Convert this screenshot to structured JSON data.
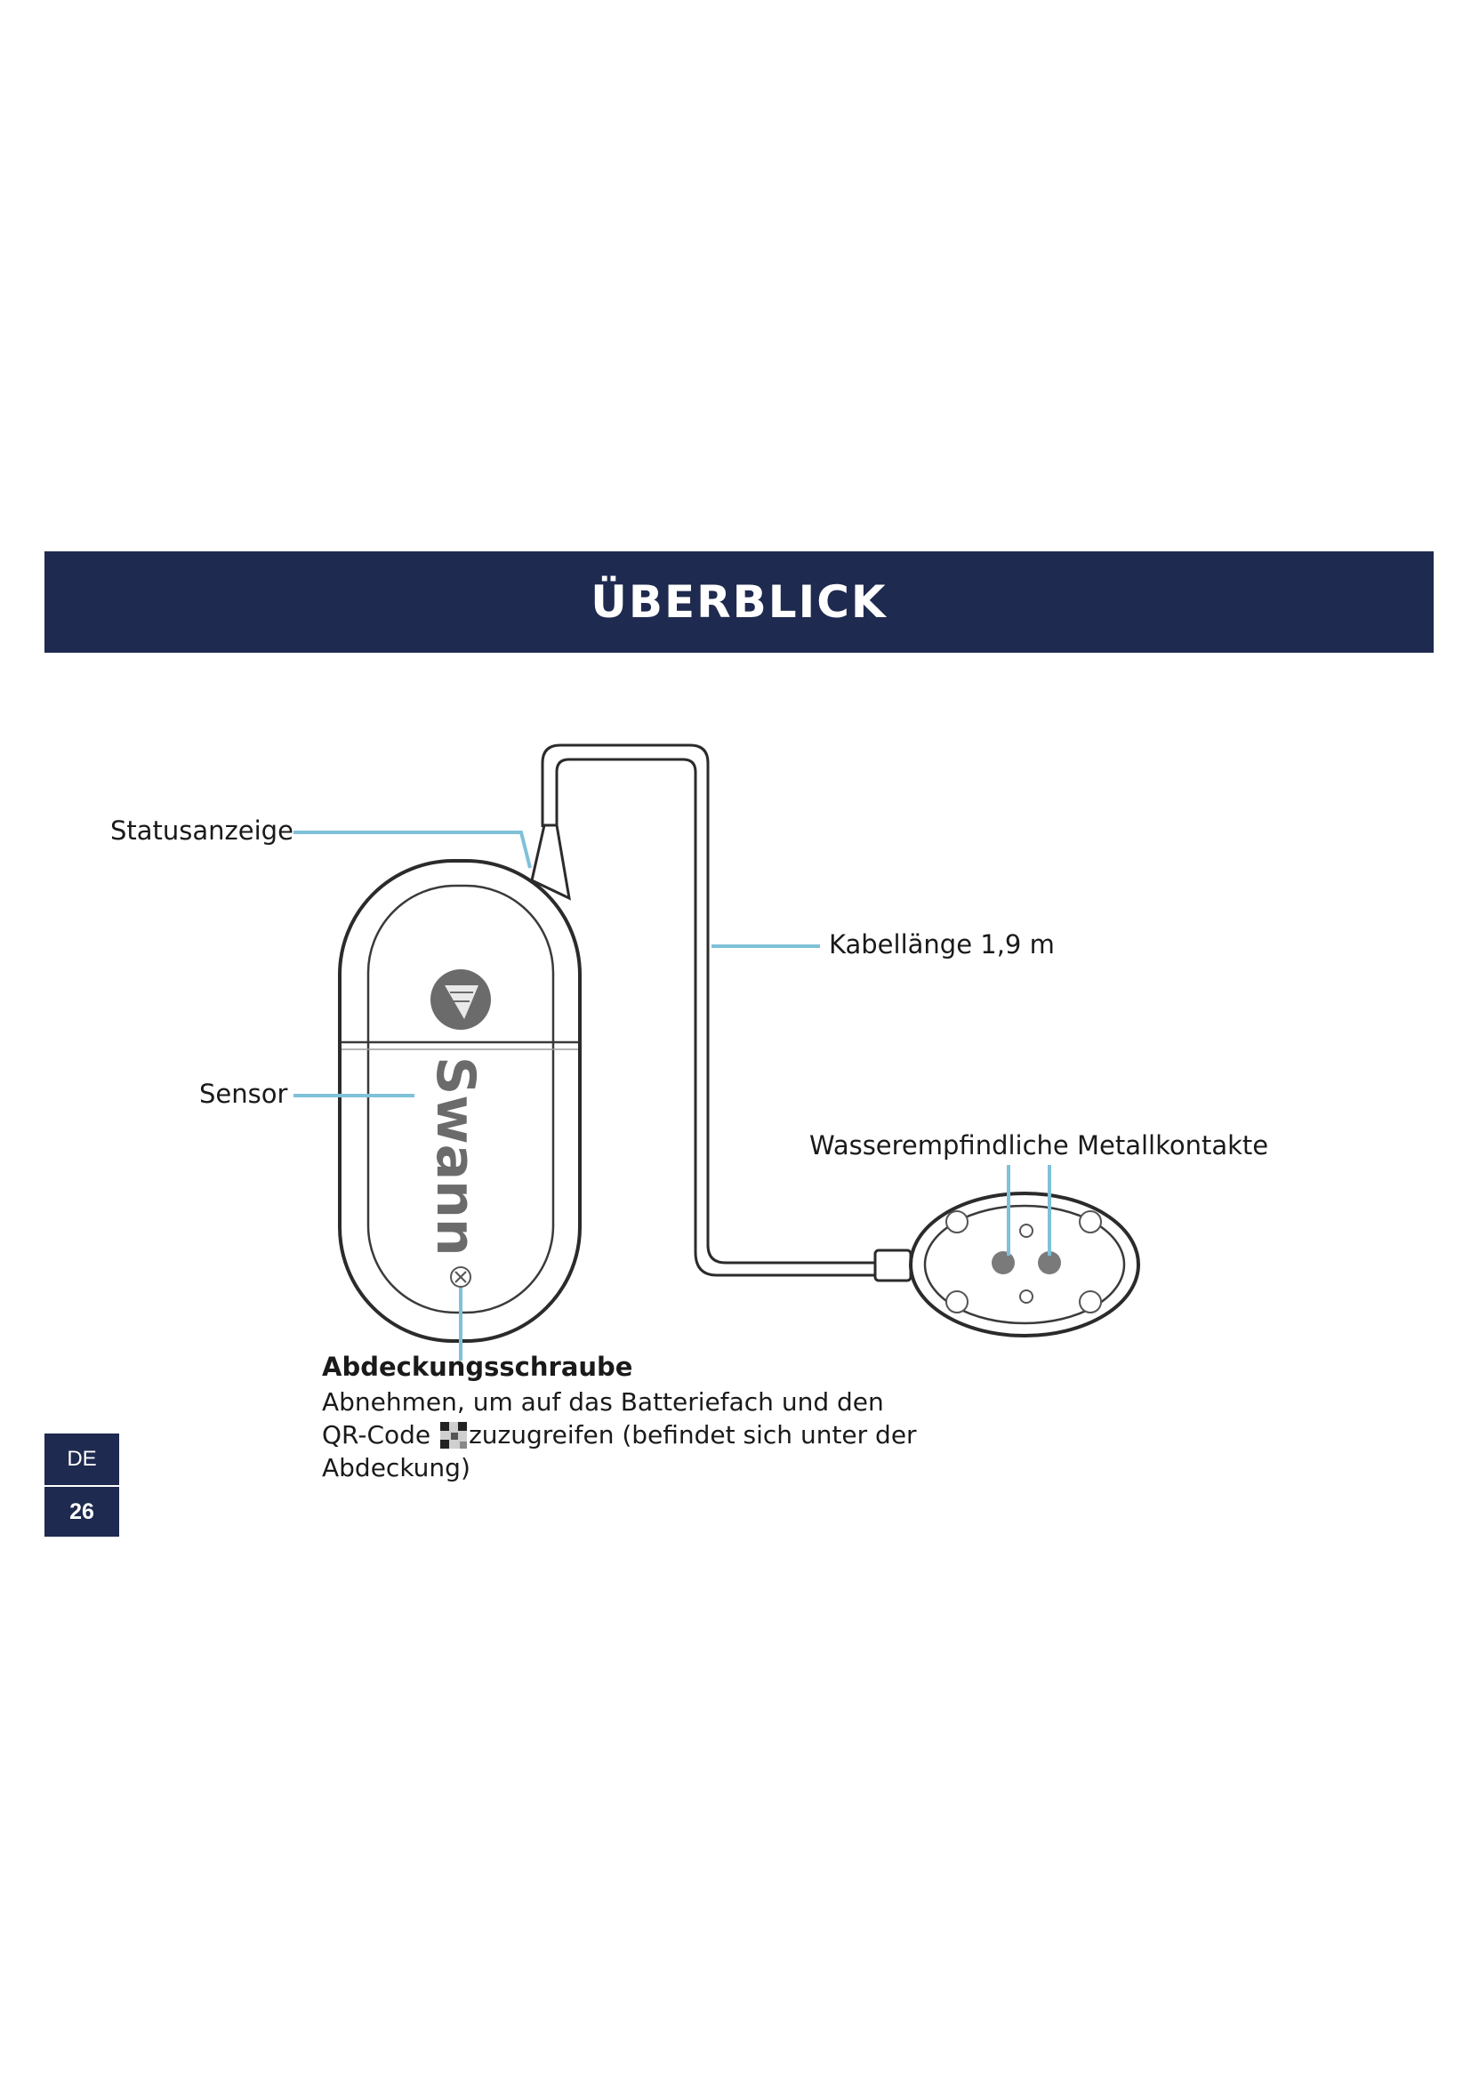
{
  "header": {
    "title": "ÜBERBLICK"
  },
  "device": {
    "brand_logo_text": "Swann"
  },
  "callouts": {
    "status": "Statusanzeige",
    "sensor": "Sensor",
    "cable": "Kabellänge 1,9 m",
    "contacts": "Wasserempfindliche Metallkontakte"
  },
  "cover_screw": {
    "title": "Abdeckungsschraube",
    "line1": "Abnehmen, um auf das Batteriefach und den",
    "line2_before": "QR-Code",
    "line2_after": "zuzugreifen (befindet sich unter der",
    "line3": "Abdeckung)"
  },
  "side_tabs": {
    "language": "DE",
    "page_number": "26"
  },
  "colors": {
    "header_bg": "#1e2a4f",
    "callout_line": "#7fc1d8",
    "outline": "#2b2b2b"
  },
  "icons": [
    "swann-logo-icon",
    "screw-icon",
    "qr-code-icon"
  ]
}
